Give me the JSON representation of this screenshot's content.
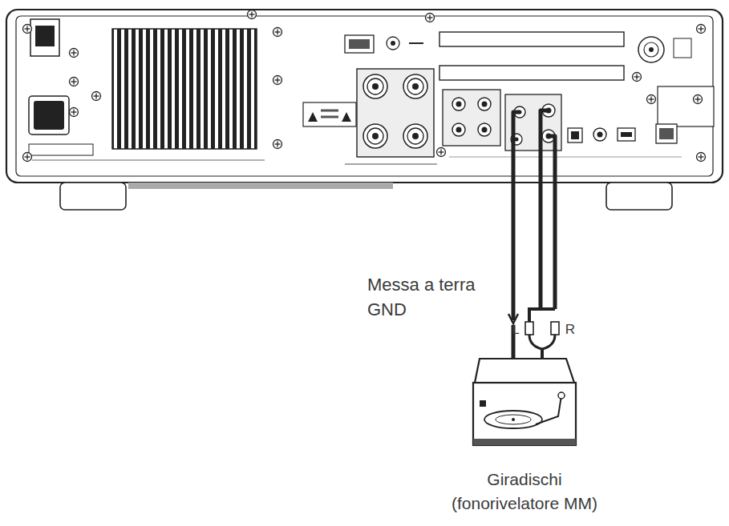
{
  "diagram": {
    "labels": [
      "Messa a terra GND",
      "L",
      "R",
      "Giradischi (fonorivelatore MM)"
    ]
  }
}
